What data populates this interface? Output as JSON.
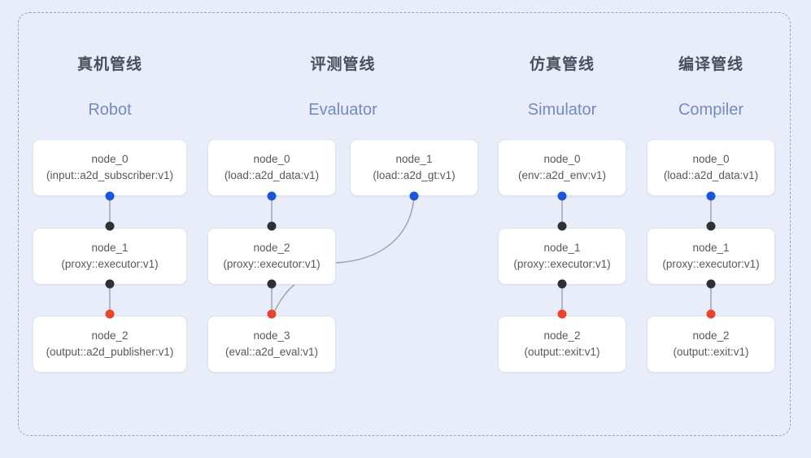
{
  "diagram": {
    "background_color": "#e8edf9",
    "frame_style": "dashed-rounded",
    "accent_color": "#7389c8",
    "port_colors": {
      "input": "#1a56d6",
      "relay": "#2f3033",
      "output": "#e8452c"
    }
  },
  "columns": [
    {
      "id": "robot",
      "header_cn": "真机管线",
      "header_en": "Robot",
      "nodes": [
        {
          "name": "node_0",
          "spec": "(input::a2d_subscriber:v1)"
        },
        {
          "name": "node_1",
          "spec": "(proxy::executor:v1)"
        },
        {
          "name": "node_2",
          "spec": "(output::a2d_publisher:v1)"
        }
      ]
    },
    {
      "id": "evaluator",
      "header_cn": "评测管线",
      "header_en": "Evaluator",
      "nodes": [
        {
          "name": "node_0",
          "spec": "(load::a2d_data:v1)"
        },
        {
          "name": "node_1",
          "spec": "(load::a2d_gt:v1)"
        },
        {
          "name": "node_2",
          "spec": "(proxy::executor:v1)"
        },
        {
          "name": "node_3",
          "spec": "(eval::a2d_eval:v1)"
        }
      ]
    },
    {
      "id": "simulator",
      "header_cn": "仿真管线",
      "header_en": "Simulator",
      "nodes": [
        {
          "name": "node_0",
          "spec": "(env::a2d_env:v1)"
        },
        {
          "name": "node_1",
          "spec": "(proxy::executor:v1)"
        },
        {
          "name": "node_2",
          "spec": "(output::exit:v1)"
        }
      ]
    },
    {
      "id": "compiler",
      "header_cn": "编译管线",
      "header_en": "Compiler",
      "nodes": [
        {
          "name": "node_0",
          "spec": "(load::a2d_data:v1)"
        },
        {
          "name": "node_1",
          "spec": "(proxy::executor:v1)"
        },
        {
          "name": "node_2",
          "spec": "(output::exit:v1)"
        }
      ]
    }
  ]
}
